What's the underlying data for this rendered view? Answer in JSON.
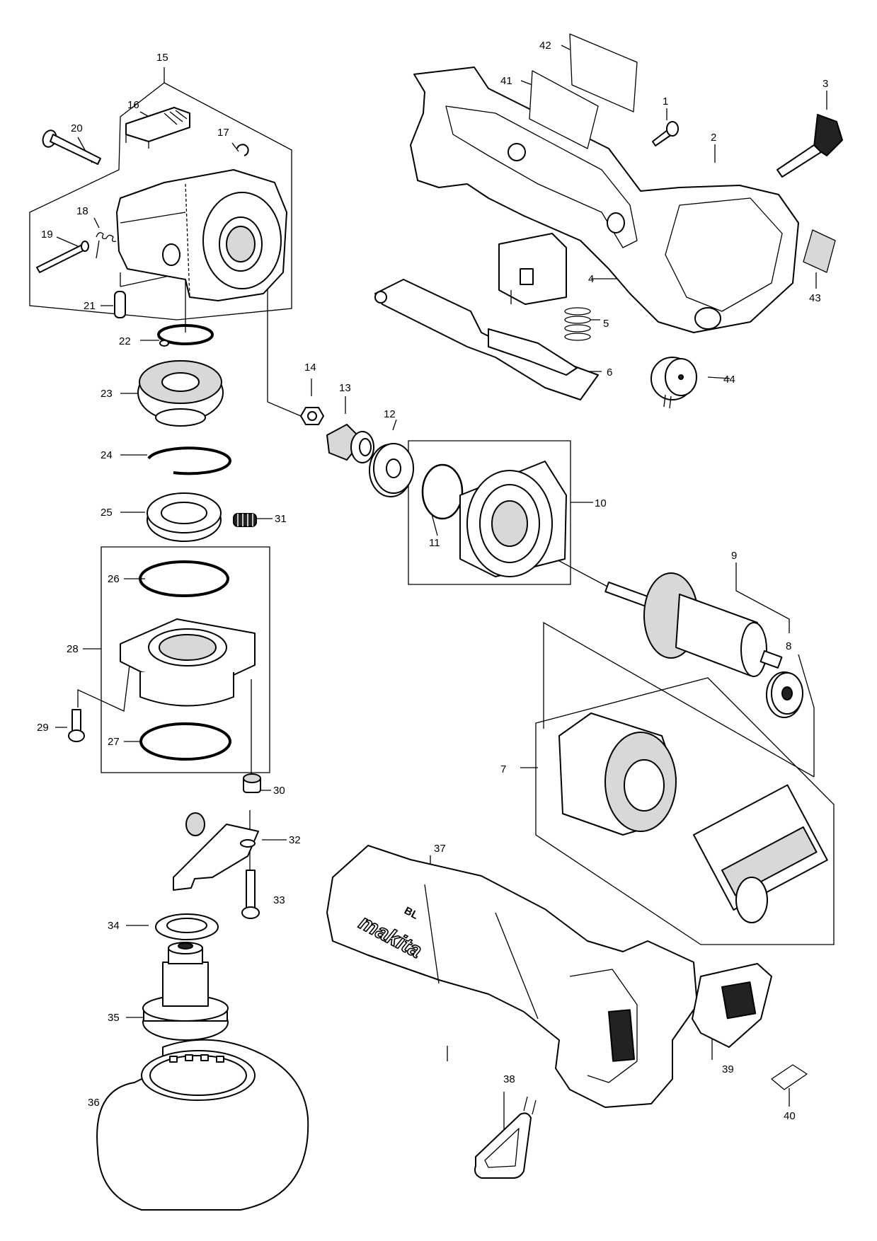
{
  "labels": {
    "p1": "1",
    "p2": "2",
    "p3": "3",
    "p4": "4",
    "p5": "5",
    "p6": "6",
    "p7": "7",
    "p8": "8",
    "p9": "9",
    "p10": "10",
    "p11": "11",
    "p12": "12",
    "p13": "13",
    "p14": "14",
    "p15": "15",
    "p16": "16",
    "p17": "17",
    "p18": "18",
    "p19": "19",
    "p20": "20",
    "p21": "21",
    "p22": "22",
    "p23": "23",
    "p24": "24",
    "p25": "25",
    "p26": "26",
    "p27": "27",
    "p28": "28",
    "p29": "29",
    "p30": "30",
    "p31": "31",
    "p32": "32",
    "p33": "33",
    "p34": "34",
    "p35": "35",
    "p36": "36",
    "p37": "37",
    "p38": "38",
    "p39": "39",
    "p40": "40",
    "p41": "41",
    "p42": "42",
    "p43": "43",
    "p44": "44"
  },
  "housing_logo": {
    "brand": "makita",
    "badge": "BL"
  }
}
